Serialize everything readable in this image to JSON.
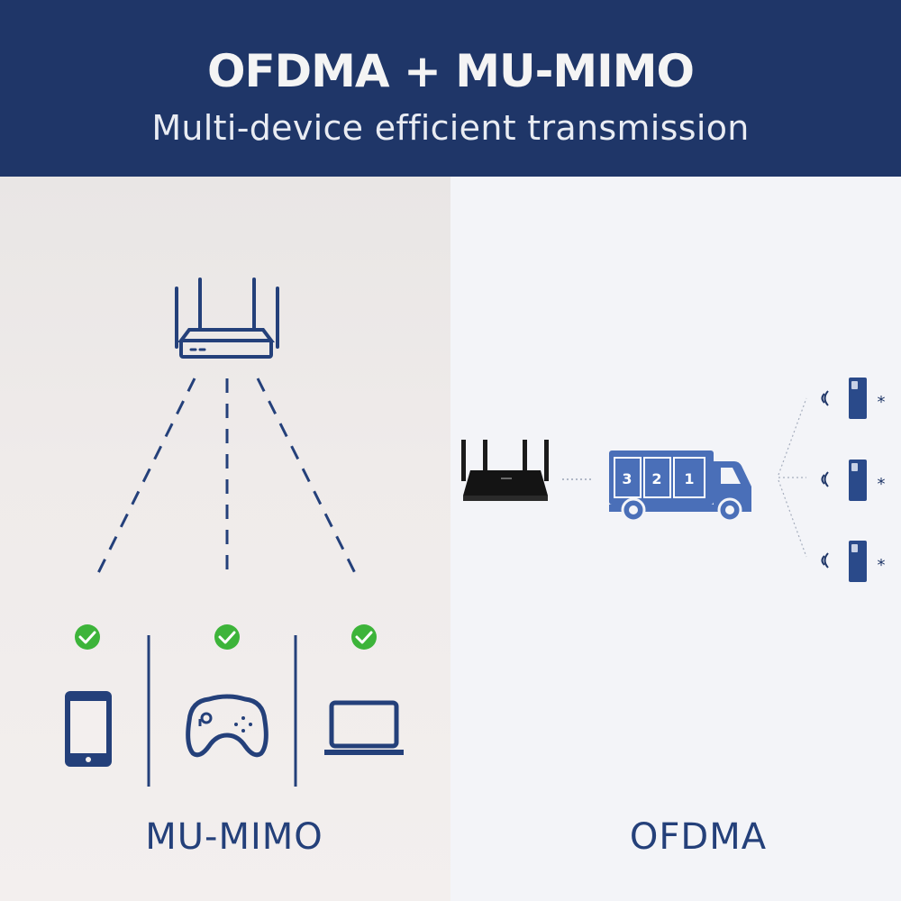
{
  "header": {
    "title": "OFDMA + MU-MIMO",
    "subtitle": "Multi-device efficient transmission"
  },
  "left_panel": {
    "label": "MU-MIMO",
    "devices": [
      "phone-icon",
      "gamepad-icon",
      "laptop-icon"
    ]
  },
  "right_panel": {
    "label": "OFDMA",
    "truck_slots": [
      "3",
      "2",
      "1"
    ],
    "receiver_marks": [
      "*",
      "*",
      "*"
    ]
  },
  "colors": {
    "header_bg": "#1f3668",
    "accent_blue": "#24407a",
    "truck_blue": "#4a6fb8",
    "check_green": "#3db43a"
  }
}
